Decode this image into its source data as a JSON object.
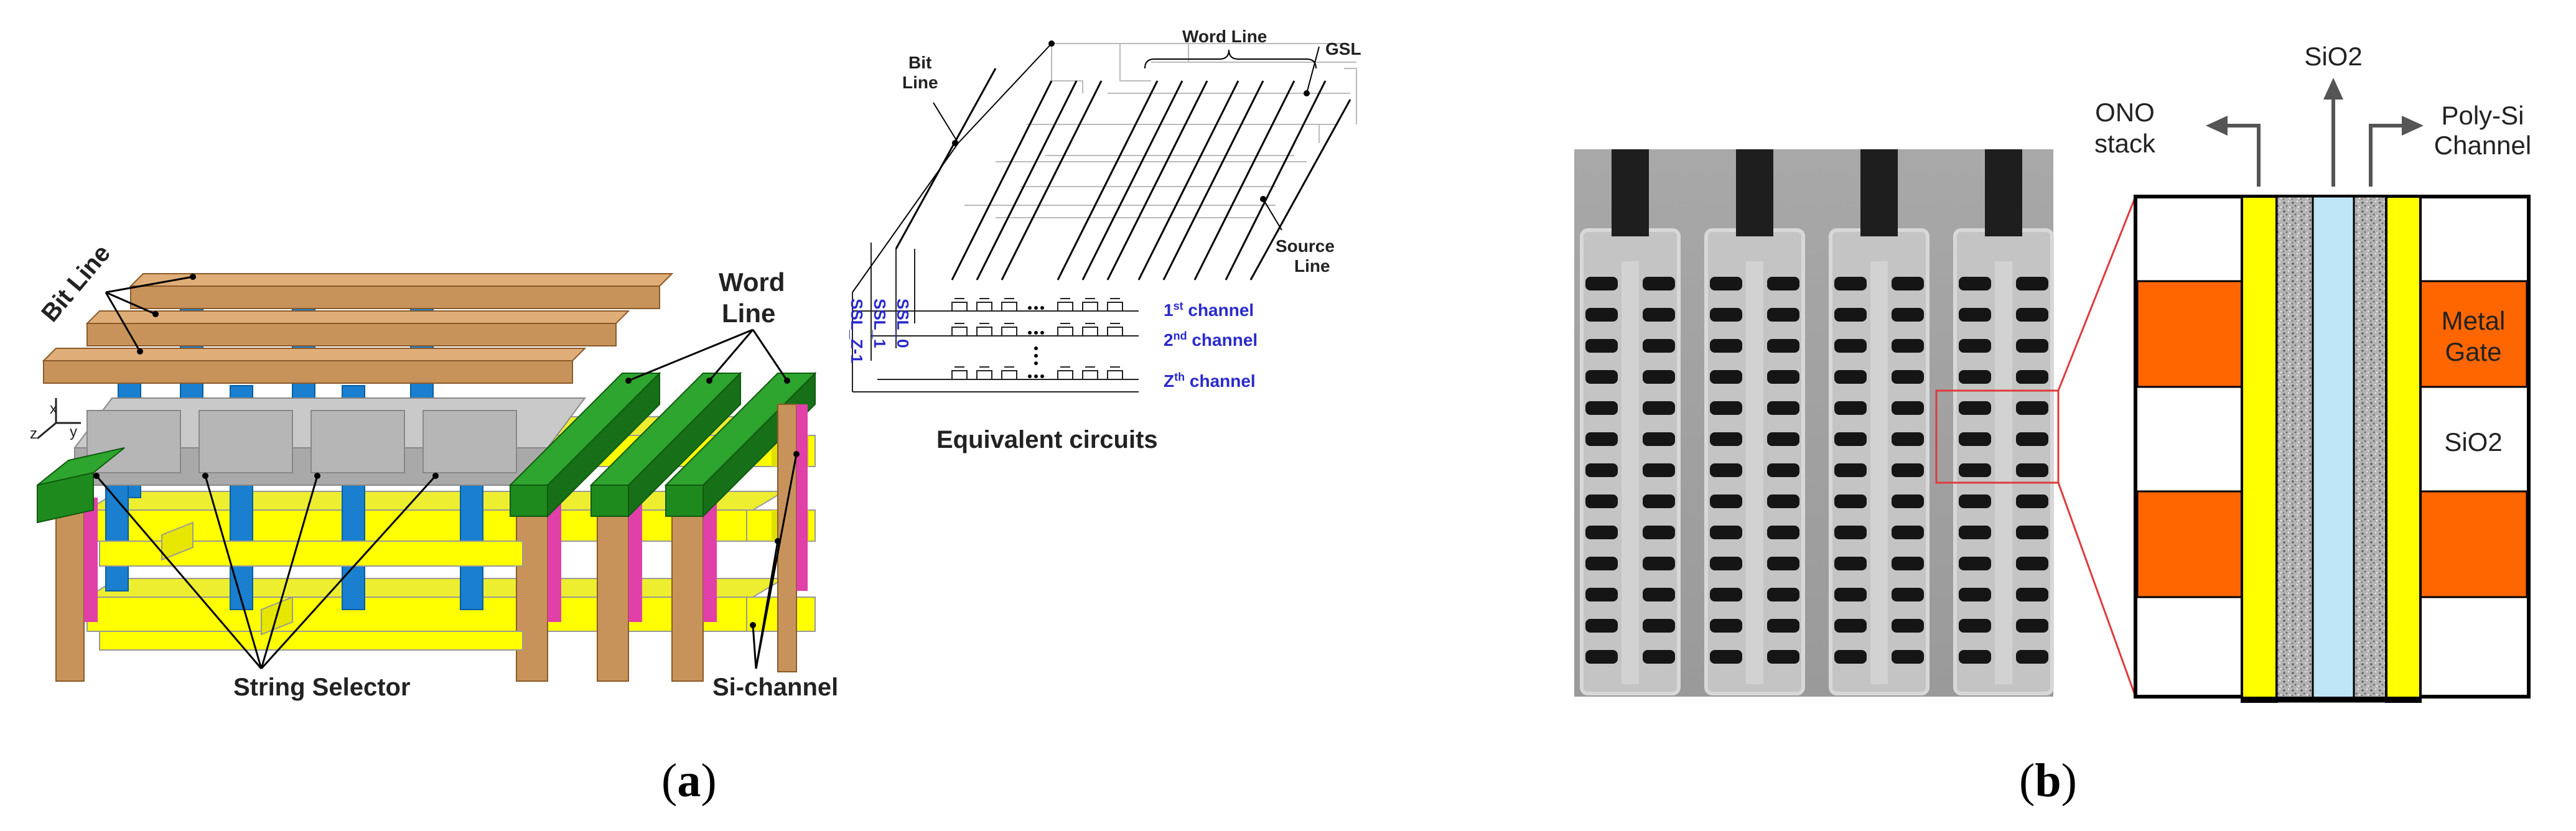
{
  "panel_a": {
    "caption": {
      "open": "(",
      "letter": "a",
      "close": ")"
    },
    "labels": {
      "bit_line": "Bit Line",
      "word_line_1": "Word",
      "word_line_2": "Line",
      "string_selector": "String Selector",
      "si_channel": "Si-channel",
      "axis_x": "x",
      "axis_y": "y",
      "axis_z": "z"
    },
    "circuit": {
      "bit_line_1": "Bit",
      "bit_line_2": "Line",
      "word_line": "Word Line",
      "gsl": "GSL",
      "source_line_1": "Source",
      "source_line_2": "Line",
      "ssl_z1": "SSL_Z-1",
      "ssl_1": "SSL_1",
      "ssl_0": "SSL_0",
      "ch1_num": "1",
      "ch1_sup": "st",
      "ch1_rest": " channel",
      "ch2_num": "2",
      "ch2_sup": "nd",
      "ch2_rest": " channel",
      "chz_num": "Z",
      "chz_sup": "th",
      "chz_rest": "  channel",
      "title": "Equivalent circuits"
    }
  },
  "panel_b": {
    "caption": {
      "open": "(",
      "letter": "b",
      "close": ")"
    },
    "labels": {
      "ono_1": "ONO",
      "ono_2": "stack",
      "sio2_top": "SiO2",
      "poly_1": "Poly-Si",
      "poly_2": "Channel",
      "metal_1": "Metal",
      "metal_2": "Gate",
      "sio2_right": "SiO2"
    }
  },
  "colors": {
    "bit_line": "#c8935a",
    "word_line": "#1e8a1e",
    "pillar": "#1a7fcf",
    "selector": "#a9a9a9",
    "si_channel": "#ffff00",
    "dielectric": "#e040a8",
    "metal_gate": "#ff6600",
    "sio2_core": "#bfe6f7",
    "ono_yellow": "#ffff00",
    "text_blue": "#2a2acc",
    "zoom_box": "#e03a3a"
  }
}
